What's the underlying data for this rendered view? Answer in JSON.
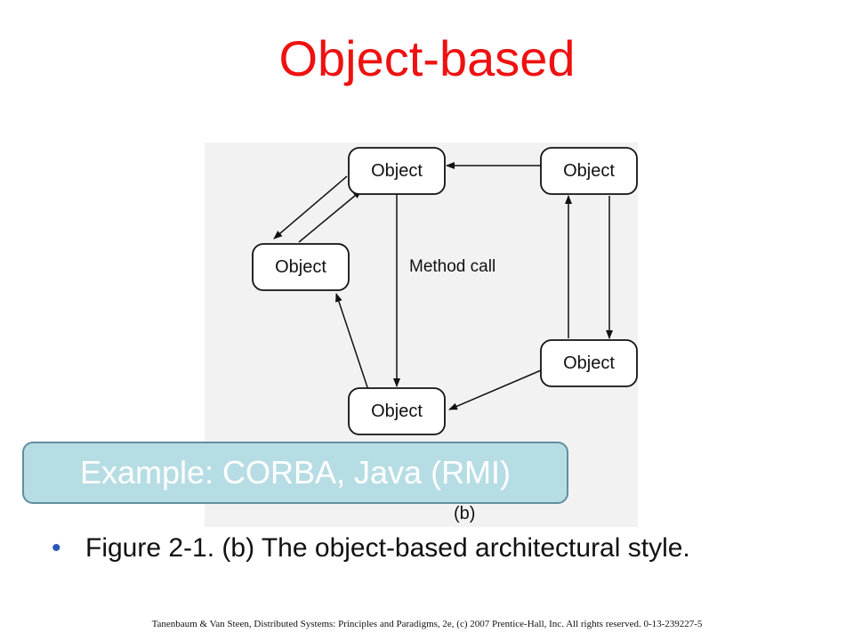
{
  "slide": {
    "title": "Object-based",
    "callout": "Example: CORBA, Java (RMI)",
    "bullet": "Figure 2-1. (b) The object-based architectural style.",
    "footer": "Tanenbaum & Van Steen, Distributed Systems: Principles and Paradigms, 2e, (c) 2007 Prentice-Hall, Inc. All rights reserved. 0-13-239227-5"
  },
  "diagram": {
    "nodes": [
      {
        "id": "top-center",
        "label": "Object"
      },
      {
        "id": "top-right",
        "label": "Object"
      },
      {
        "id": "left",
        "label": "Object"
      },
      {
        "id": "right",
        "label": "Object"
      },
      {
        "id": "bottom",
        "label": "Object"
      }
    ],
    "edge_label": "Method call",
    "subfigure_label": "(b)",
    "edges": [
      {
        "from": "top-right",
        "to": "top-center"
      },
      {
        "from": "top-center",
        "to": "left"
      },
      {
        "from": "left",
        "to": "top-center"
      },
      {
        "from": "top-center",
        "to": "bottom"
      },
      {
        "from": "bottom",
        "to": "left"
      },
      {
        "from": "right",
        "to": "bottom"
      },
      {
        "from": "right",
        "to": "top-right"
      },
      {
        "from": "top-right",
        "to": "right"
      }
    ]
  },
  "colors": {
    "title": "#ee1111",
    "callout_fill": "#b7dde4",
    "callout_border": "#5f8fa0",
    "bullet": "#2c57b8",
    "figure_bg": "#f2f2f2"
  }
}
